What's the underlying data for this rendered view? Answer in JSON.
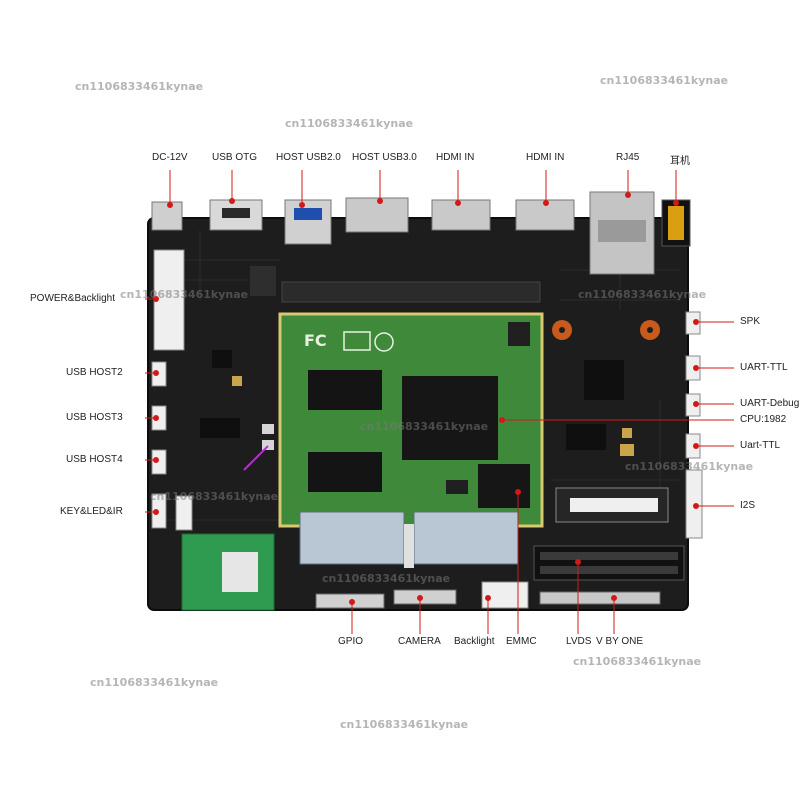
{
  "watermark": "cn1106833461kynae",
  "labels": {
    "dc_12v": "DC-12V",
    "usb_otg": "USB OTG",
    "host_usb2": "HOST USB2.0",
    "host_usb3": "HOST USB3.0",
    "hdmi_in_1": "HDMI IN",
    "hdmi_in_2": "HDMI IN",
    "rj45": "RJ45",
    "earphone": "耳机",
    "power_backlight": "POWER&Backlight",
    "usb_host2": "USB HOST2",
    "usb_host3": "USB HOST3",
    "usb_host4": "USB HOST4",
    "key_led_ir": "KEY&LED&IR",
    "spk": "SPK",
    "uart_ttl": "UART-TTL",
    "uart_debug": "UART-Debug",
    "cpu": "CPU:1982",
    "uart_ttl_2": "Uart-TTL",
    "i2s": "I2S",
    "gpio": "GPIO",
    "camera": "CAMERA",
    "backlight": "Backlight",
    "emmc": "EMMC",
    "lvds": "LVDS",
    "v_by_one": "V BY ONE"
  },
  "colors": {
    "pcb": "#1c1c1c",
    "som": "#3e8a3a",
    "leader": "#d41919",
    "label": "#222222"
  }
}
